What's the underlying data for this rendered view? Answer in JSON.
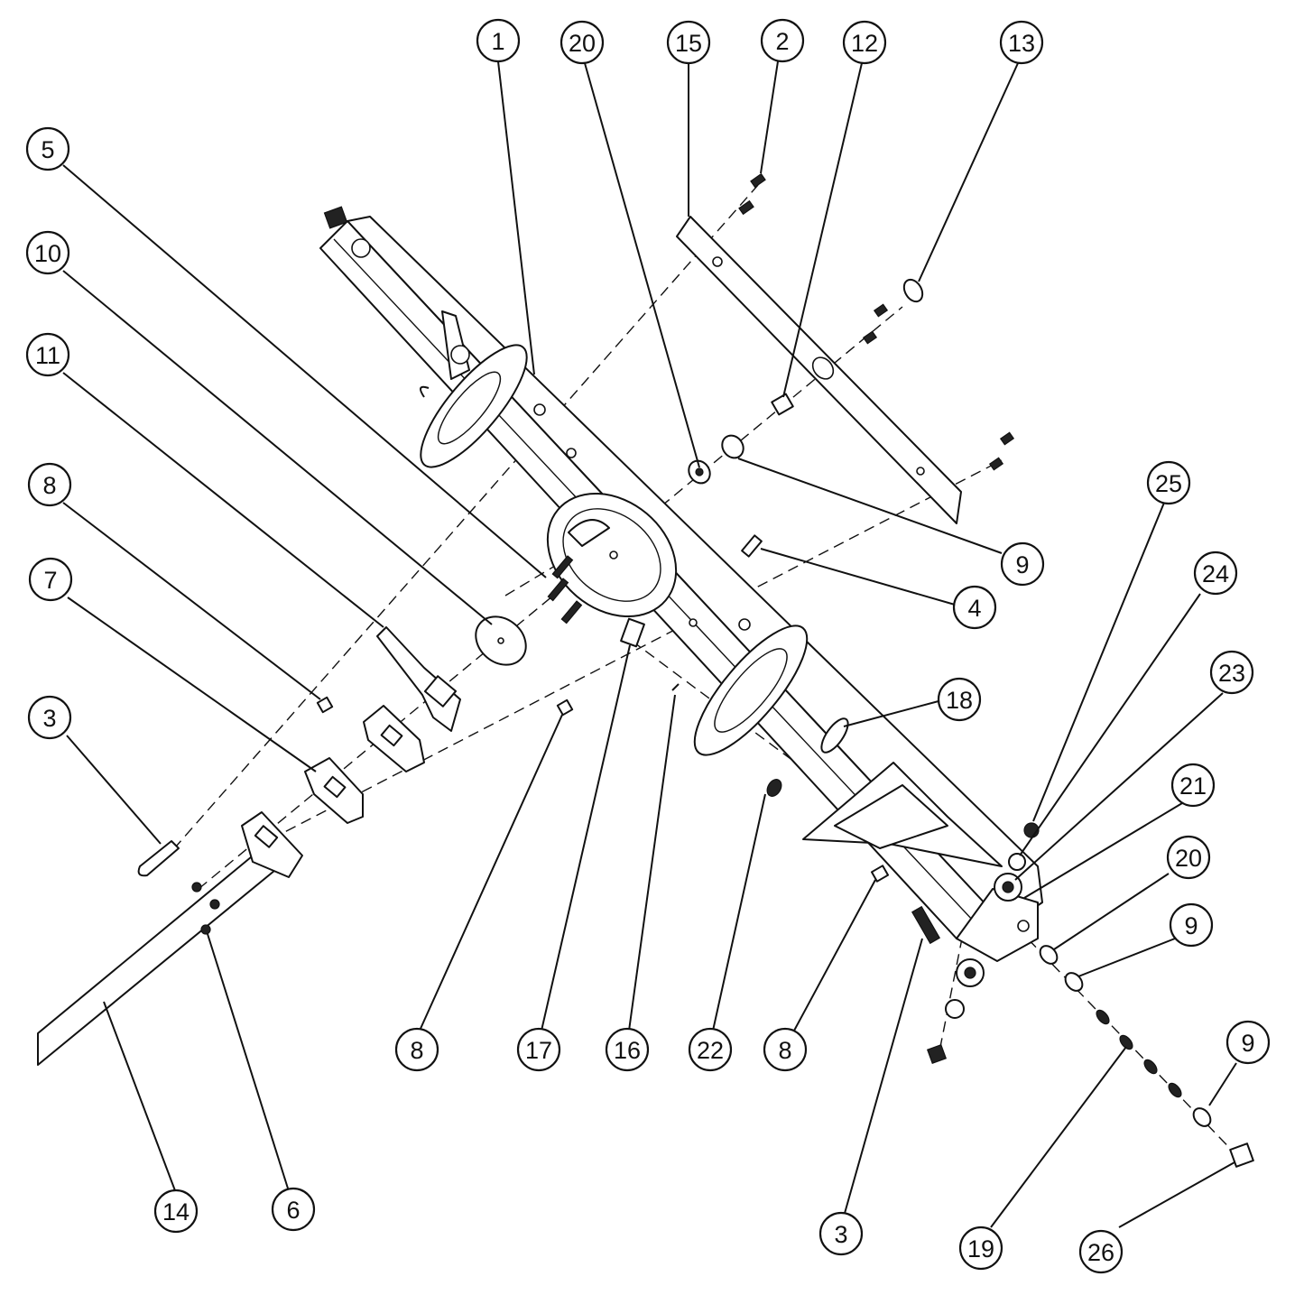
{
  "callouts": [
    {
      "id": "c1",
      "label": "1"
    },
    {
      "id": "c2",
      "label": "20"
    },
    {
      "id": "c3",
      "label": "15"
    },
    {
      "id": "c4",
      "label": "2"
    },
    {
      "id": "c5",
      "label": "12"
    },
    {
      "id": "c6",
      "label": "13"
    },
    {
      "id": "c7",
      "label": "5"
    },
    {
      "id": "c8",
      "label": "10"
    },
    {
      "id": "c9",
      "label": "11"
    },
    {
      "id": "c10",
      "label": "8"
    },
    {
      "id": "c11",
      "label": "7"
    },
    {
      "id": "c12",
      "label": "3"
    },
    {
      "id": "c13",
      "label": "25"
    },
    {
      "id": "c14",
      "label": "24"
    },
    {
      "id": "c15",
      "label": "23"
    },
    {
      "id": "c16",
      "label": "21"
    },
    {
      "id": "c17",
      "label": "20"
    },
    {
      "id": "c18",
      "label": "9"
    },
    {
      "id": "c19",
      "label": "9"
    },
    {
      "id": "c20",
      "label": "4"
    },
    {
      "id": "c21",
      "label": "18"
    },
    {
      "id": "c22",
      "label": "8"
    },
    {
      "id": "c23",
      "label": "17"
    },
    {
      "id": "c24",
      "label": "16"
    },
    {
      "id": "c25",
      "label": "22"
    },
    {
      "id": "c26",
      "label": "8"
    },
    {
      "id": "c27",
      "label": "9"
    },
    {
      "id": "c28",
      "label": "14"
    },
    {
      "id": "c29",
      "label": "6"
    },
    {
      "id": "c30",
      "label": "3"
    },
    {
      "id": "c31",
      "label": "19"
    },
    {
      "id": "c32",
      "label": "26"
    }
  ]
}
